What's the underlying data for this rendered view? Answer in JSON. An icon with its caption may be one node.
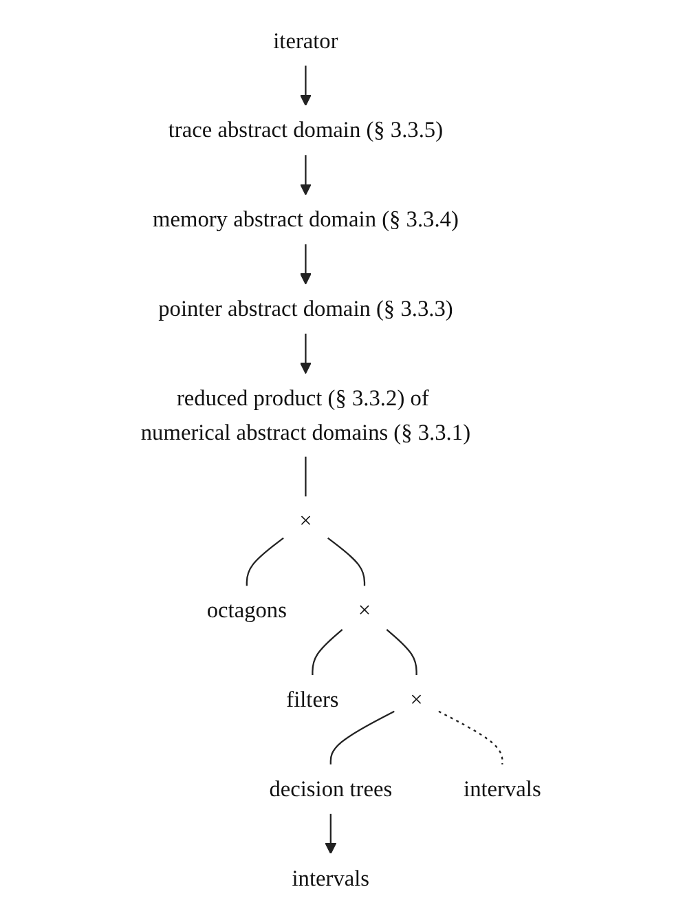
{
  "diagram": {
    "nodes": [
      {
        "text": [
          "iterator"
        ]
      },
      {
        "text": [
          "trace abstract domain (§ 3.3.5)"
        ]
      },
      {
        "text": [
          "memory abstract domain (§ 3.3.4)"
        ]
      },
      {
        "text": [
          "pointer abstract domain (§ 3.3.3)"
        ]
      },
      {
        "text": [
          "reduced product (§ 3.3.2) of numerical abstract domains (§ 3.3.1)"
        ]
      },
      {
        "text": [
          "×"
        ]
      },
      {
        "text": [
          "octagons"
        ]
      },
      {
        "text": [
          "×"
        ]
      },
      {
        "text": [
          "filters"
        ]
      },
      {
        "text": [
          "×"
        ]
      },
      {
        "text": [
          "decision trees"
        ]
      },
      {
        "text": [
          "intervals"
        ]
      },
      {
        "text": [
          "intervals"
        ]
      }
    ],
    "edges": [
      {
        "from": 0,
        "to": 1,
        "arrow": "to"
      },
      {
        "from": 1,
        "to": 2,
        "arrow": "to"
      },
      {
        "from": 2,
        "to": 3,
        "arrow": "to"
      },
      {
        "from": 3,
        "to": 4,
        "arrow": "to"
      },
      {
        "from": 4,
        "to": 5,
        "arrow": "none"
      },
      {
        "from": 5,
        "to": 6,
        "arrow": "none"
      },
      {
        "from": 5,
        "to": 7,
        "arrow": "none"
      },
      {
        "from": 7,
        "to": 8,
        "arrow": "none"
      },
      {
        "from": 7,
        "to": 9,
        "arrow": "none"
      },
      {
        "from": 9,
        "to": 10,
        "arrow": "none"
      },
      {
        "from": 9,
        "to": 11,
        "arrow": "none",
        "style": "dashed"
      },
      {
        "from": 10,
        "to": 12,
        "arrow": "to"
      }
    ]
  }
}
